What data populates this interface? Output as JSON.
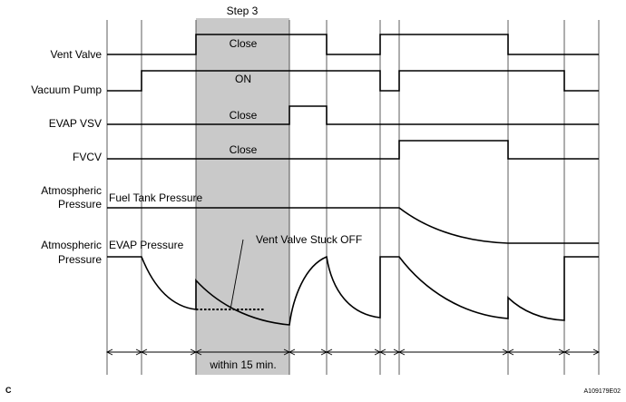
{
  "step_label": "Step 3",
  "rows": {
    "vent_valve": {
      "label": "Vent Valve",
      "state": "Close"
    },
    "vacuum_pump": {
      "label": "Vacuum Pump",
      "state": "ON"
    },
    "evap_vsv": {
      "label": "EVAP VSV",
      "state": "Close"
    },
    "fvcv": {
      "label": "FVCV",
      "state": "Close"
    }
  },
  "atmospheric_1": {
    "line1": "Atmospheric",
    "line2": "Pressure"
  },
  "fuel_tank_pressure": "Fuel Tank Pressure",
  "atmospheric_2": {
    "line1": "Atmospheric",
    "line2": "Pressure"
  },
  "evap_pressure": "EVAP Pressure",
  "stuck_annotation": "Vent Valve Stuck OFF",
  "duration_label": "within 15 min.",
  "corner_letter": "C",
  "figure_code": "A109179E02",
  "colors": {
    "step_shading": "#c9c9c9",
    "lines": "#000000"
  }
}
